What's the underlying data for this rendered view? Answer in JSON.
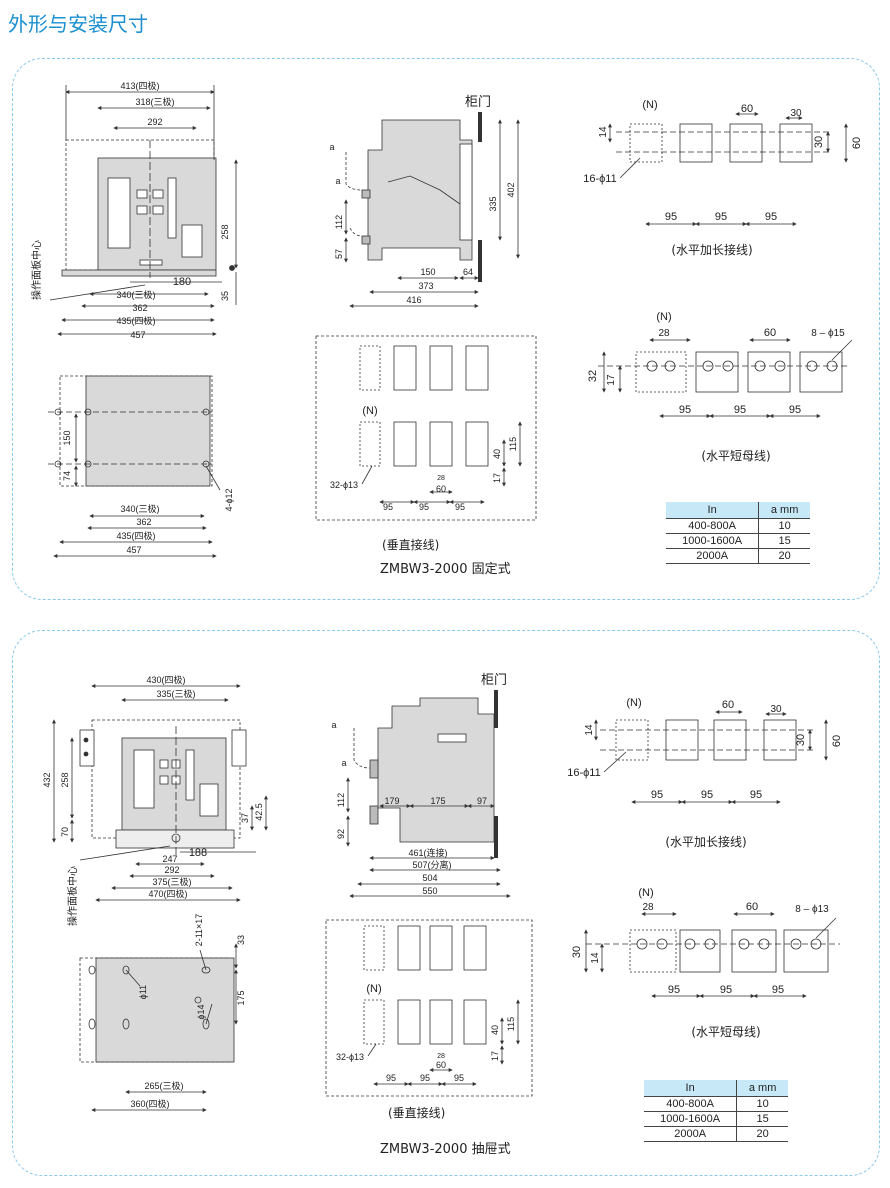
{
  "title": "外形与安装尺寸",
  "labels": {
    "cabinet_door": "柜门",
    "panel_center": "操作面板中心",
    "n_pole": "(N)",
    "horizontal_ext": "(水平加长接线)",
    "horizontal_short": "(水平短母线)",
    "vertical": "(垂直接线)",
    "a": "a"
  },
  "fixed": {
    "model": "ZMBW3-2000 固定式",
    "front_dims": [
      "413(四极)",
      "318(三极)",
      "292",
      "258",
      "180",
      "35",
      "340(三极)",
      "362",
      "435(四极)",
      "457"
    ],
    "mount_dims": [
      "150",
      "74",
      "4-ϕ12",
      "340(三极)",
      "362",
      "435(四极)",
      "457"
    ],
    "side_dims": [
      "335",
      "402",
      "112",
      "57",
      "150",
      "64",
      "373",
      "416"
    ],
    "vert_dims": [
      "32-ϕ13",
      "40",
      "115",
      "17",
      "28",
      "60",
      "95",
      "95",
      "95"
    ],
    "hext_dims": [
      "60",
      "30",
      "14",
      "30",
      "60",
      "16-ϕ11",
      "95",
      "95",
      "95"
    ],
    "hshort_dims": [
      "28",
      "60",
      "8 – ϕ15",
      "32",
      "17",
      "95",
      "95",
      "95"
    ]
  },
  "drawout": {
    "model": "ZMBW3-2000 抽屉式",
    "front_dims": [
      "430(四极)",
      "335(三极)",
      "432",
      "258",
      "70",
      "37",
      "42.5",
      "188",
      "247",
      "292",
      "375(三极)",
      "470(四极)"
    ],
    "mount_dims": [
      "2-11×17",
      "33",
      "ϕ11",
      "175",
      "ϕ14",
      "265(三极)",
      "360(四极)"
    ],
    "side_dims": [
      "112",
      "92",
      "179",
      "175",
      "97",
      "461(连接)",
      "507(分离)",
      "504",
      "550"
    ],
    "vert_dims": [
      "32-ϕ13",
      "40",
      "115",
      "17",
      "28",
      "60",
      "95",
      "95",
      "95"
    ],
    "hext_dims": [
      "60",
      "30",
      "14",
      "30",
      "60",
      "16-ϕ11",
      "95",
      "95",
      "95"
    ],
    "hshort_dims": [
      "28",
      "60",
      "8 – ϕ13",
      "30",
      "14",
      "95",
      "95",
      "95"
    ]
  },
  "table": {
    "headers": [
      "In",
      "a  mm"
    ],
    "rows": [
      [
        "400-800A",
        "10"
      ],
      [
        "1000-1600A",
        "15"
      ],
      [
        "2000A",
        "20"
      ]
    ]
  }
}
